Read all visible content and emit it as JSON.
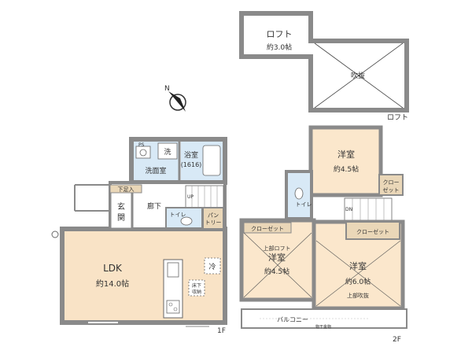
{
  "loft": {
    "name": "ロフト",
    "area": "約3.0帖",
    "void": "吹抜",
    "floor_label": "ロフト"
  },
  "first_floor": {
    "floor_label": "1F",
    "ldk": {
      "name": "LDK",
      "area": "約14.0帖"
    },
    "bath": {
      "name": "浴室",
      "size": "(1616)"
    },
    "washroom": "洗面室",
    "washer": "洗",
    "ps": "PS",
    "entrance": [
      "玄",
      "関"
    ],
    "shoe_storage": "下足入",
    "hall": "廊下",
    "toilet": "トイレ",
    "pantry": [
      "パン",
      "トリー"
    ],
    "fridge": "冷",
    "underfloor": [
      "床下",
      "収納"
    ],
    "up": "UP"
  },
  "second_floor": {
    "floor_label": "2F",
    "room_north": {
      "name": "洋室",
      "area": "約4.5帖"
    },
    "room_sw": {
      "name": "洋室",
      "area": "約4.5帖",
      "note": "上部ロフト"
    },
    "room_se": {
      "name": "洋室",
      "area": "約6.0帖",
      "note": "上部吹抜"
    },
    "closet": "クローゼット",
    "closet_split": [
      "クロー",
      "ゼット"
    ],
    "toilet": "トイレ",
    "dn": "DN",
    "balcony": "バルコニー",
    "drying": "物干金物"
  },
  "compass": {
    "north": "N"
  },
  "colors": {
    "wall": "#8a8a8a",
    "ldk_floor": "#f9e3c6",
    "bath_floor": "#d8e9f6",
    "closet_floor": "#ead7b8",
    "toilet_floor": "#d8e9f6"
  }
}
